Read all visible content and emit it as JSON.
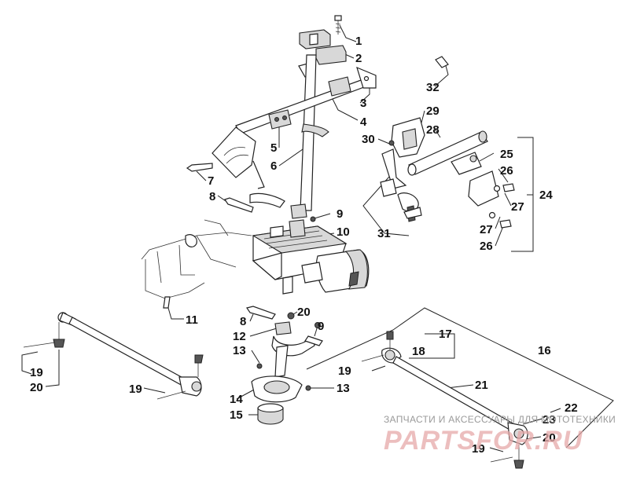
{
  "diagram": {
    "callouts": [
      {
        "id": "c1",
        "text": "1"
      },
      {
        "id": "c2",
        "text": "2"
      },
      {
        "id": "c3",
        "text": "3"
      },
      {
        "id": "c4",
        "text": "4"
      },
      {
        "id": "c5",
        "text": "5"
      },
      {
        "id": "c6",
        "text": "6"
      },
      {
        "id": "c7",
        "text": "7"
      },
      {
        "id": "c8a",
        "text": "8"
      },
      {
        "id": "c9a",
        "text": "9"
      },
      {
        "id": "c10",
        "text": "10"
      },
      {
        "id": "c11",
        "text": "11"
      },
      {
        "id": "c8b",
        "text": "8"
      },
      {
        "id": "c20a",
        "text": "20"
      },
      {
        "id": "c9b",
        "text": "9"
      },
      {
        "id": "c12",
        "text": "12"
      },
      {
        "id": "c13a",
        "text": "13"
      },
      {
        "id": "c13b",
        "text": "13"
      },
      {
        "id": "c14",
        "text": "14"
      },
      {
        "id": "c15",
        "text": "15"
      },
      {
        "id": "c19a",
        "text": "19"
      },
      {
        "id": "c20b",
        "text": "20"
      },
      {
        "id": "c19b",
        "text": "19"
      },
      {
        "id": "c17",
        "text": "17"
      },
      {
        "id": "c18",
        "text": "18"
      },
      {
        "id": "c16",
        "text": "16"
      },
      {
        "id": "c19c",
        "text": "19"
      },
      {
        "id": "c21",
        "text": "21"
      },
      {
        "id": "c22",
        "text": "22"
      },
      {
        "id": "c23",
        "text": "23"
      },
      {
        "id": "c20c",
        "text": "20"
      },
      {
        "id": "c19d",
        "text": "19"
      },
      {
        "id": "c32",
        "text": "32"
      },
      {
        "id": "c29",
        "text": "29"
      },
      {
        "id": "c28",
        "text": "28"
      },
      {
        "id": "c30",
        "text": "30"
      },
      {
        "id": "c25",
        "text": "25"
      },
      {
        "id": "c26a",
        "text": "26"
      },
      {
        "id": "c24",
        "text": "24"
      },
      {
        "id": "c27a",
        "text": "27"
      },
      {
        "id": "c27b",
        "text": "27"
      },
      {
        "id": "c26b",
        "text": "26"
      },
      {
        "id": "c31",
        "text": "31"
      }
    ]
  },
  "watermark": {
    "caption": "ЗАПЧАСТИ И АКСЕССУАРЫ ДЛЯ МОТОТЕХНИКИ",
    "logo": "PARTSFOR.RU"
  }
}
